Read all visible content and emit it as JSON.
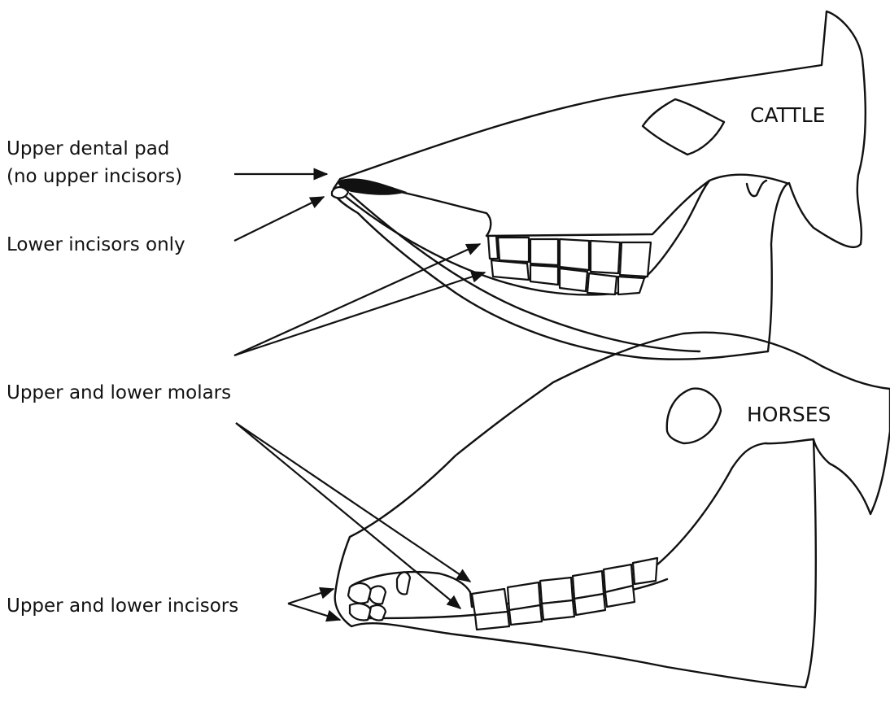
{
  "cattle": {
    "title": "CATTLE",
    "label_dental_pad_line1": "Upper dental pad",
    "label_dental_pad_line2": "(no upper incisors)",
    "label_lower_incisors": "Lower incisors only"
  },
  "shared": {
    "label_molars": "Upper and lower molars"
  },
  "horses": {
    "title": "HORSES",
    "label_incisors": "Upper and lower incisors"
  },
  "colors": {
    "stroke": "#111111",
    "background": "#ffffff"
  }
}
